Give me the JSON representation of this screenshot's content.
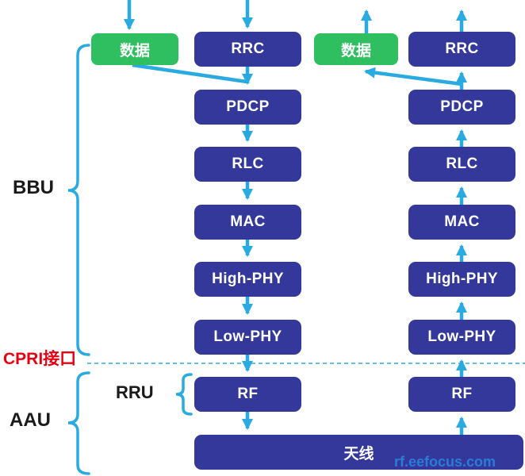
{
  "side_labels": {
    "bbu": "BBU",
    "cpri": "CPRI接口",
    "aau": "AAU",
    "rru": "RRU"
  },
  "downlink": {
    "data_label": "数据",
    "layers": [
      "RRC",
      "PDCP",
      "RLC",
      "MAC",
      "High-PHY",
      "Low-PHY",
      "RF"
    ]
  },
  "uplink": {
    "data_label": "数据",
    "layers": [
      "RRC",
      "PDCP",
      "RLC",
      "MAC",
      "High-PHY",
      "Low-PHY",
      "RF"
    ]
  },
  "antenna": {
    "label": "天线"
  },
  "watermark": {
    "text": "rf.eefocus.com"
  },
  "colors": {
    "box": "#34389B",
    "data_box": "#2FBE60",
    "arrow": "#29ABE2",
    "cpri_red": "#E60012",
    "watermark_blue": "#2A7CD9",
    "label_black": "#1A1A1A"
  }
}
